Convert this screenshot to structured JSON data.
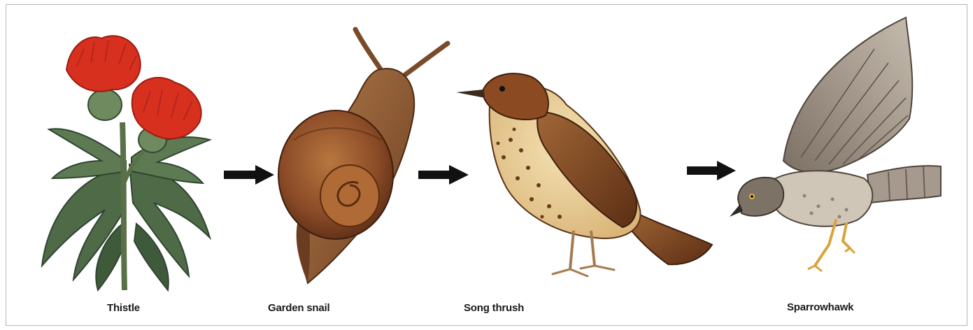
{
  "food_chain": {
    "organisms": [
      {
        "id": "thistle",
        "label": "Thistle"
      },
      {
        "id": "garden-snail",
        "label": "Garden snail"
      },
      {
        "id": "song-thrush",
        "label": "Song thrush"
      },
      {
        "id": "sparrowhawk",
        "label": "Sparrowhawk"
      }
    ]
  },
  "colors": {
    "flower_red": "#d8301f",
    "leaf_green": "#4f6a47",
    "snail_brown": "#8a4a26",
    "thrush_brown": "#8b4a22",
    "hawk_grey": "#8c8478",
    "arrow": "#111111"
  }
}
